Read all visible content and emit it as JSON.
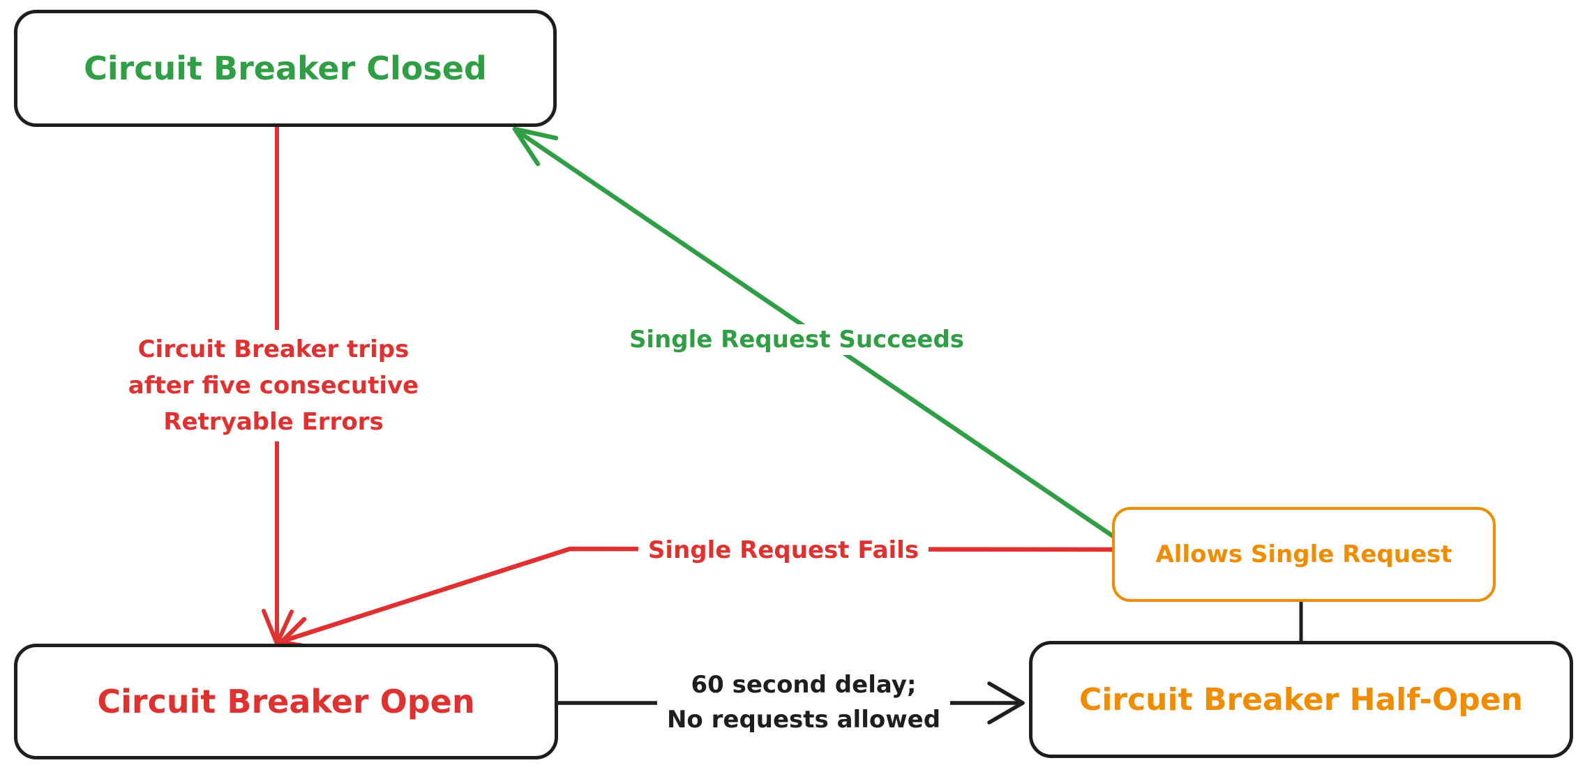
{
  "colors": {
    "node_border": "#1e1e1e",
    "closed_green": "#2f9e44",
    "error_red": "#e03131",
    "half_open_orange": "#f08c00",
    "neutral_black": "#1e1e1e",
    "background": "#ffffff"
  },
  "nodes": {
    "closed": {
      "label": "Circuit Breaker Closed"
    },
    "open": {
      "label": "Circuit Breaker Open"
    },
    "half_open": {
      "label": "Circuit Breaker Half-Open"
    },
    "allows_single_request": {
      "label": "Allows Single Request"
    }
  },
  "edges": {
    "trip": {
      "lines": [
        "Circuit Breaker trips",
        "after five consecutive",
        "Retryable Errors"
      ],
      "from": "closed",
      "to": "open"
    },
    "succeeds": {
      "label": "Single Request Succeeds",
      "from": "allows_single_request",
      "to": "closed"
    },
    "fails": {
      "label": "Single Request Fails",
      "from": "allows_single_request",
      "to": "open"
    },
    "delay": {
      "lines": [
        "60 second delay;",
        "No requests allowed"
      ],
      "from": "open",
      "to": "half_open"
    },
    "half_open_allows_connector": {
      "from": "half_open",
      "to": "allows_single_request"
    }
  }
}
